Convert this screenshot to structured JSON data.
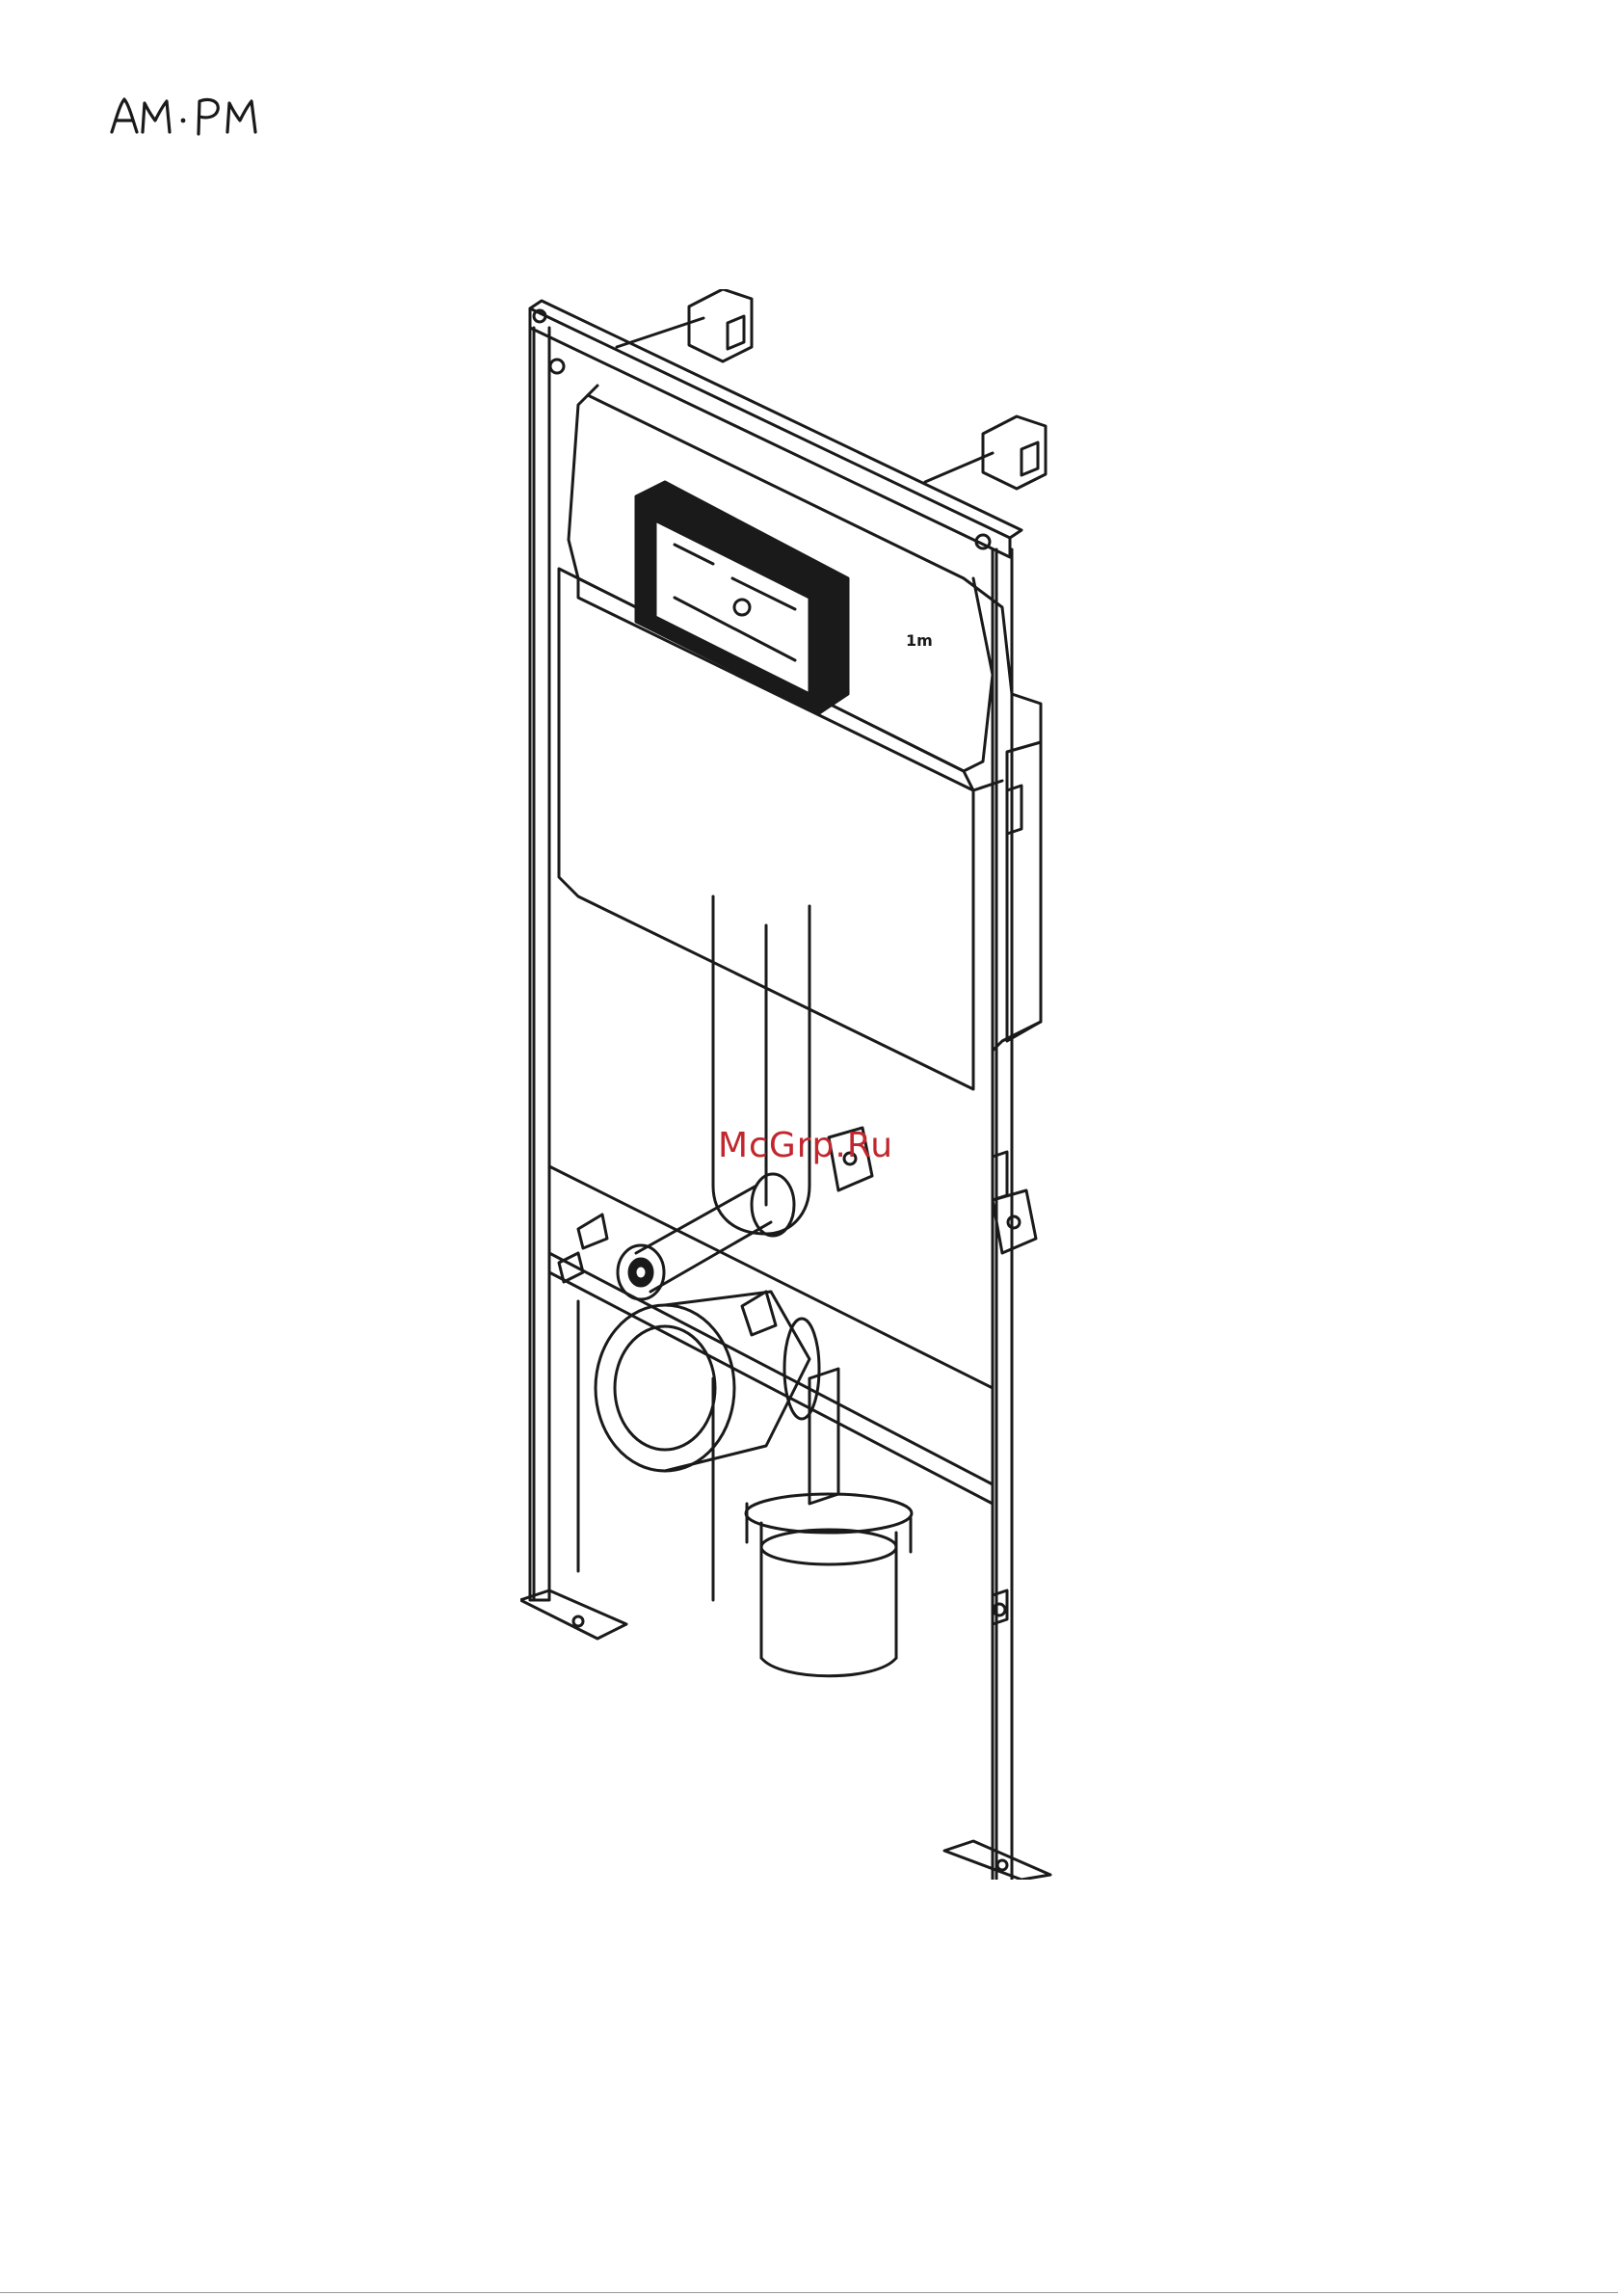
{
  "brand": {
    "logo_text": "AM·PM"
  },
  "illustration": {
    "subject": "installation-frame-with-cistern",
    "panel_marking": "1m"
  },
  "watermark": {
    "text": "McGrp.Ru",
    "color": "#c1272d"
  },
  "colors": {
    "line": "#1a1a1a",
    "background": "#ffffff"
  }
}
